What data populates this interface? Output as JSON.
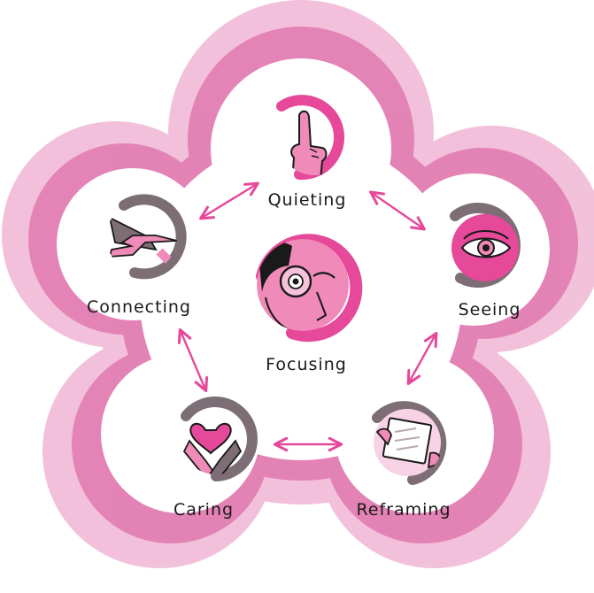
{
  "colors": {
    "flower_outer": "#f0b6d4",
    "flower_inner": "#e27db1",
    "accent": "#e6489a",
    "accent_light": "#f3a2c8",
    "ring_gray": "#7d6e76",
    "ink": "#1a1a1a"
  },
  "nodes": {
    "quieting": {
      "label": "Quieting",
      "icon": "finger-shush-icon"
    },
    "seeing": {
      "label": "Seeing",
      "icon": "eye-icon"
    },
    "reframing": {
      "label": "Reframing",
      "icon": "hands-frame-icon"
    },
    "caring": {
      "label": "Caring",
      "icon": "hands-heart-icon"
    },
    "connecting": {
      "label": "Connecting",
      "icon": "handshake-icon"
    },
    "focusing": {
      "label": "Focusing",
      "icon": "monocle-face-icon"
    }
  },
  "connections": [
    [
      "connecting",
      "quieting"
    ],
    [
      "quieting",
      "seeing"
    ],
    [
      "seeing",
      "reframing"
    ],
    [
      "reframing",
      "caring"
    ],
    [
      "caring",
      "connecting"
    ]
  ]
}
